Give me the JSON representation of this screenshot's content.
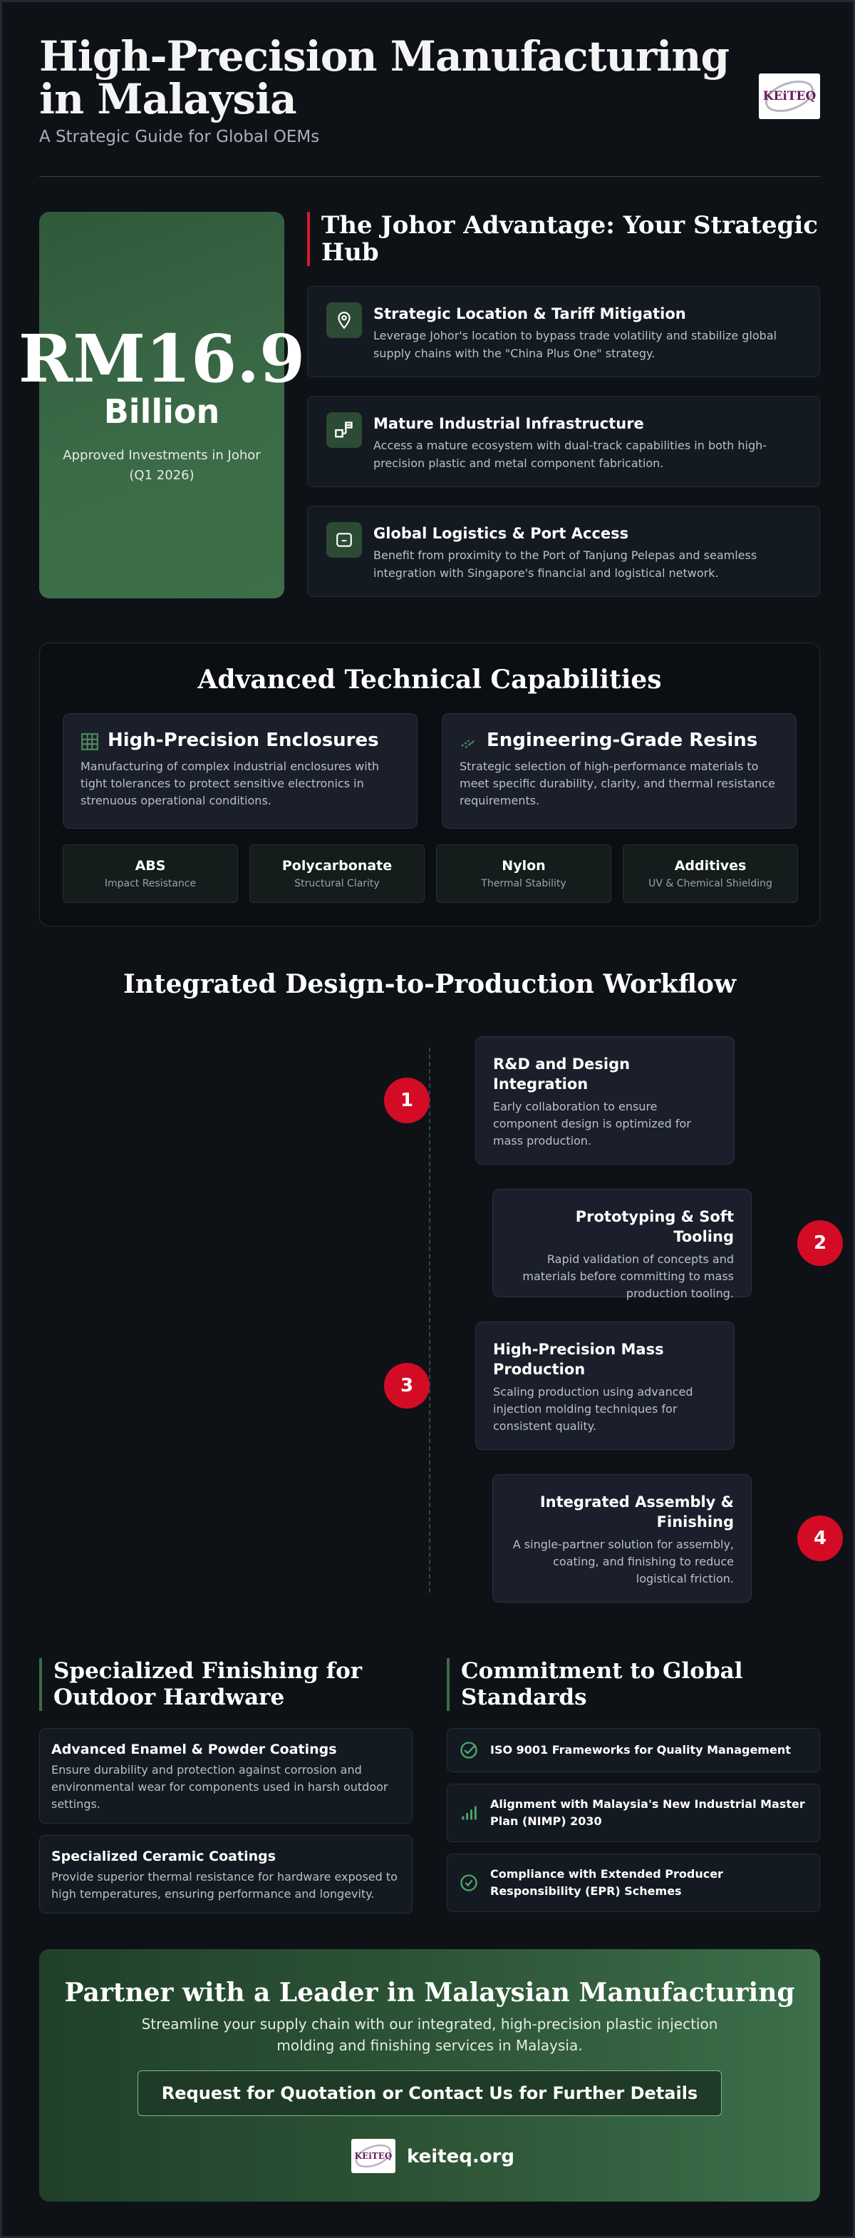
{
  "header": {
    "title": "High-Precision Manufacturing in Malaysia",
    "subtitle": "A Strategic Guide for Global OEMs",
    "logo_text": "KEiTEQ"
  },
  "hero": {
    "amount": "RM16.9",
    "unit": "Billion",
    "description": "Approved Investments in Johor (Q1 2026)"
  },
  "johor": {
    "title": "The Johor Advantage: Your Strategic Hub",
    "cards": [
      {
        "icon": "location-pin-icon",
        "title": "Strategic Location & Tariff Mitigation",
        "text": "Leverage Johor's location to bypass trade volatility and stabilize global supply chains with the \"China Plus One\" strategy."
      },
      {
        "icon": "network-icon",
        "title": "Mature Industrial Infrastructure",
        "text": "Access a mature ecosystem with dual-track capabilities in both high-precision plastic and metal component fabrication."
      },
      {
        "icon": "container-icon",
        "title": "Global Logistics & Port Access",
        "text": "Benefit from proximity to the Port of Tanjung Pelepas and seamless integration with Singapore's financial and logistical network."
      }
    ]
  },
  "capabilities": {
    "title": "Advanced Technical Capabilities",
    "cards": [
      {
        "icon": "grid-icon",
        "title": "High-Precision Enclosures",
        "text": "Manufacturing of complex industrial enclosures with tight tolerances to protect sensitive electronics in strenuous operational conditions."
      },
      {
        "icon": "flask-icon",
        "title": "Engineering-Grade Resins",
        "text": "Strategic selection of high-performance materials to meet specific durability, clarity, and thermal resistance requirements."
      }
    ],
    "materials": [
      {
        "name": "ABS",
        "desc": "Impact Resistance"
      },
      {
        "name": "Polycarbonate",
        "desc": "Structural Clarity"
      },
      {
        "name": "Nylon",
        "desc": "Thermal Stability"
      },
      {
        "name": "Additives",
        "desc": "UV & Chemical Shielding"
      }
    ]
  },
  "workflow": {
    "title": "Integrated Design-to-Production Workflow",
    "steps": [
      {
        "num": "1",
        "title": "R&D and Design Integration",
        "text": "Early collaboration to ensure component design is optimized for mass production."
      },
      {
        "num": "2",
        "title": "Prototyping & Soft Tooling",
        "text": "Rapid validation of concepts and materials before committing to mass production tooling."
      },
      {
        "num": "3",
        "title": "High-Precision Mass Production",
        "text": "Scaling production using advanced injection molding techniques for consistent quality."
      },
      {
        "num": "4",
        "title": "Integrated Assembly & Finishing",
        "text": "A single-partner solution for assembly, coating, and finishing to reduce logistical friction."
      }
    ]
  },
  "finishing": {
    "title": "Specialized Finishing for Outdoor Hardware",
    "cards": [
      {
        "title": "Advanced Enamel & Powder Coatings",
        "text": "Ensure durability and protection against corrosion and environmental wear for components used in harsh outdoor settings."
      },
      {
        "title": "Specialized Ceramic Coatings",
        "text": "Provide superior thermal resistance for hardware exposed to high temperatures, ensuring performance and longevity."
      }
    ]
  },
  "standards": {
    "title": "Commitment to Global Standards",
    "items": [
      {
        "icon": "check-circle-icon",
        "text": "ISO 9001 Frameworks for Quality Management"
      },
      {
        "icon": "bar-chart-icon",
        "text": "Alignment with Malaysia's New Industrial Master Plan (NIMP) 2030"
      },
      {
        "icon": "check-circle-icon",
        "text": "Compliance with Extended Producer Responsibility (EPR) Schemes"
      }
    ]
  },
  "cta": {
    "title": "Partner with a Leader in Malaysian Manufacturing",
    "text": "Streamline your supply chain with our integrated, high-precision plastic injection molding and finishing services in Malaysia.",
    "button": "Request for Quotation or Contact Us for Further Details",
    "logo_text": "KEiTEQ",
    "website": "keiteq.org"
  },
  "colors": {
    "accent_red": "#d40b25",
    "accent_green": "#3c6b47",
    "background": "#0e1216"
  }
}
